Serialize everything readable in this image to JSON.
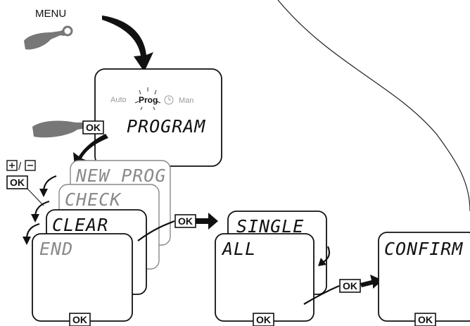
{
  "menu_label": "MENU",
  "program_screen": {
    "mode_auto": "Auto",
    "mode_prog": "Prog",
    "mode_man": "Man",
    "display": "PROGRAM"
  },
  "plus_minus": "+/-",
  "ok_label": "OK",
  "program_menu": [
    "NEW PROG",
    "CHECK",
    "CLEAR",
    "END"
  ],
  "clear_menu": [
    "SINGLE",
    "ALL"
  ],
  "confirm_screen": "CONFIRM"
}
